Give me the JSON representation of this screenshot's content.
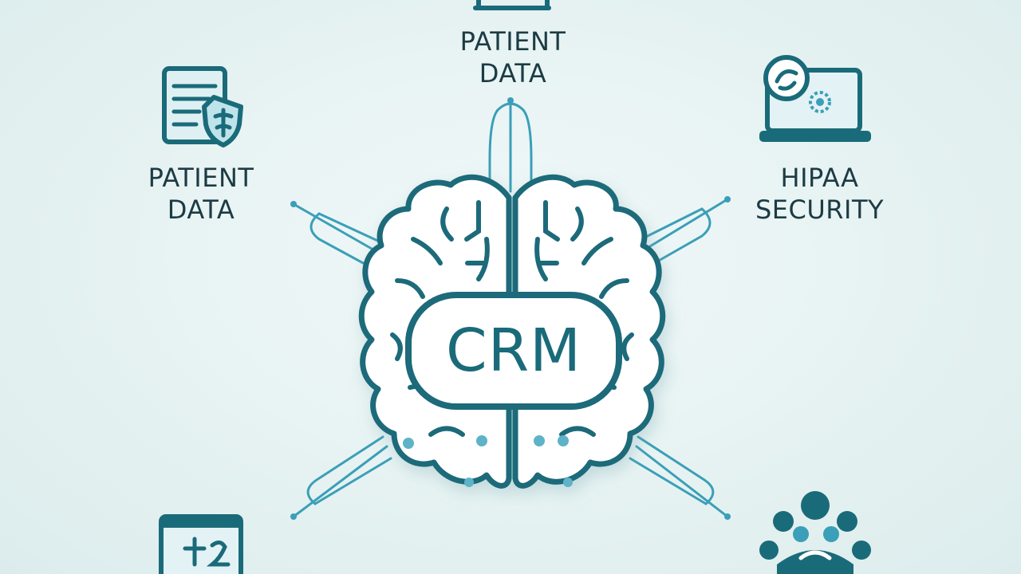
{
  "center": {
    "label": "CRM"
  },
  "nodes": {
    "top": {
      "line1": "PATIENT",
      "line2": "DATA",
      "icon": "laptop-icon"
    },
    "left": {
      "line1": "PATIENT",
      "line2": "DATA",
      "icon": "document-shield-icon"
    },
    "right": {
      "line1": "HIPAA",
      "line2": "SECURITY",
      "icon": "laptop-security-icon"
    },
    "bottom_left": {
      "icon": "clipboard-icon"
    },
    "bottom_right": {
      "icon": "people-network-icon"
    }
  },
  "colors": {
    "primary": "#1a6b7a",
    "connector": "#3a9fb8",
    "text": "#1c3b44",
    "background": "#e6f2f2"
  }
}
